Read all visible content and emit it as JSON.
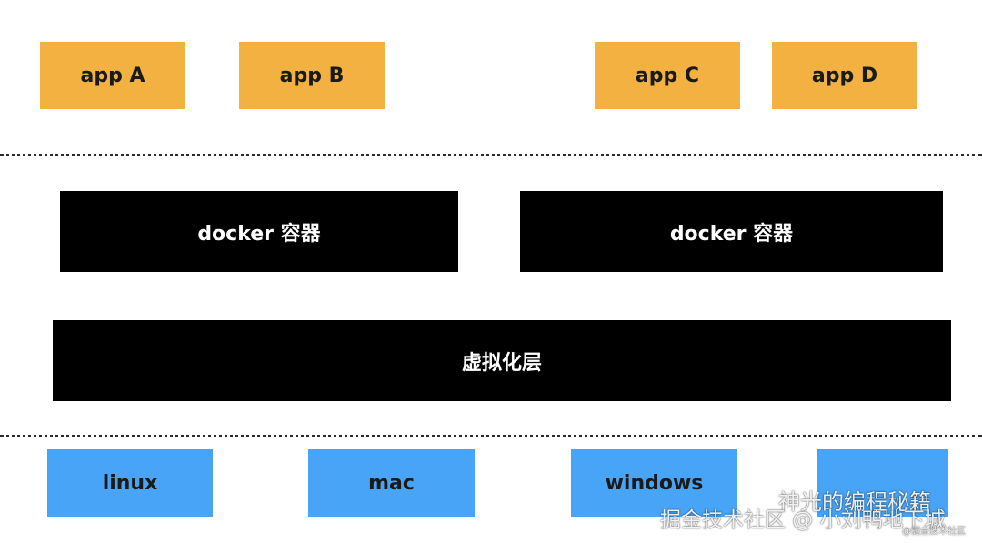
{
  "apps": [
    "app A",
    "app B",
    "app C",
    "app D"
  ],
  "docker": [
    "docker 容器",
    "docker 容器"
  ],
  "virtualization_layer": "虚拟化层",
  "os": [
    "linux",
    "mac",
    "windows",
    ""
  ],
  "watermark": {
    "line1": "神光的编程秘籍",
    "line2": "掘金技术社区 @ 小刘鸭地下城",
    "line3": "@掘金技术社区",
    "icon": "wechat-icon"
  },
  "colors": {
    "app": "#f2b140",
    "docker": "#000000",
    "virtualization": "#000000",
    "os": "#47a4f7",
    "separator": "#2b2b2b"
  }
}
